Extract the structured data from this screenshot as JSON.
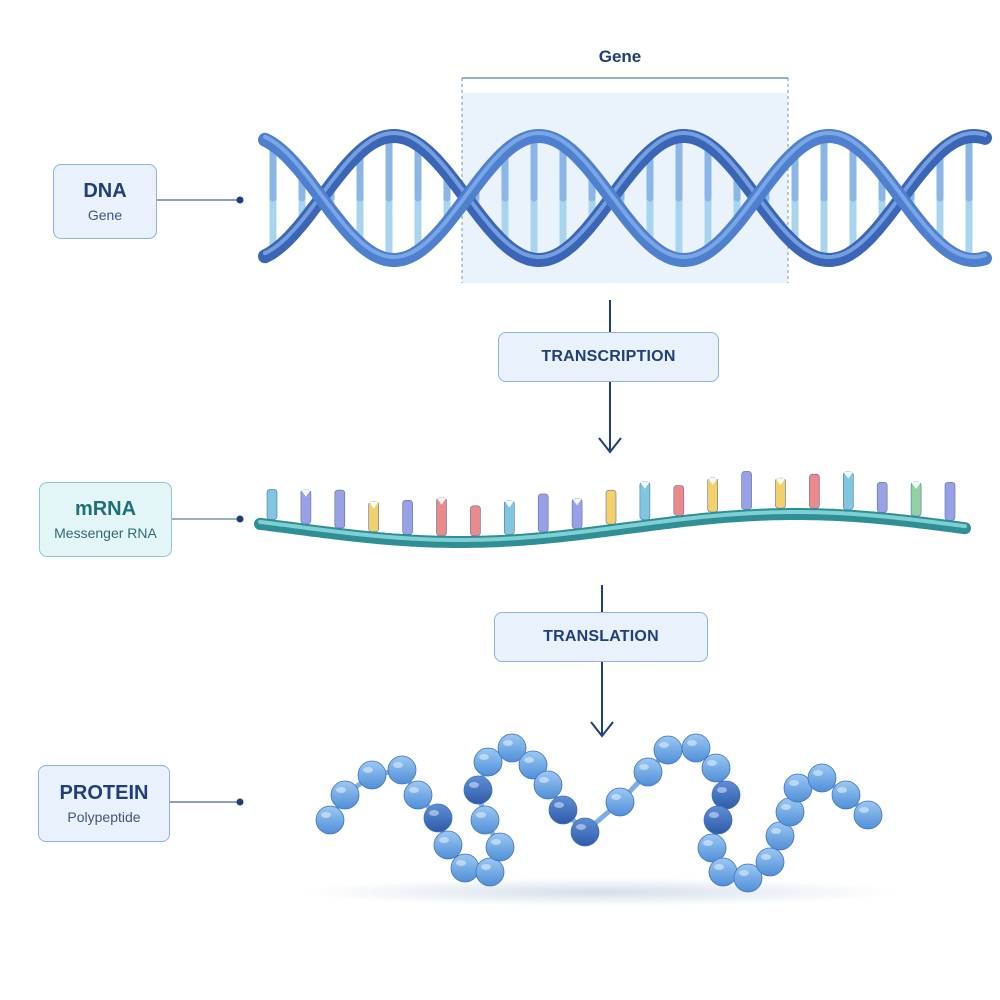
{
  "gene_bracket": {
    "label": "Gene"
  },
  "stages": {
    "dna": {
      "title": "DNA",
      "subtitle": "Gene"
    },
    "mrna": {
      "title": "mRNA",
      "subtitle": "Messenger RNA"
    },
    "protein": {
      "title": "PROTEIN",
      "subtitle": "Polypeptide"
    }
  },
  "processes": {
    "transcription": "TRANSCRIPTION",
    "translation": "TRANSLATION"
  },
  "colors": {
    "dna_strand": "#4f7fcf",
    "dna_strand_dark": "#3b66b8",
    "base_pair": "#a9d4ee",
    "mrna_backbone": "#3aa8ad",
    "protein_bead": "#69a8e4",
    "protein_bead_dark": "#3b6fc2",
    "arrow": "#1e3f7a"
  },
  "nucleotide_colors": [
    "#7fc6e0",
    "#9aa0e6",
    "#f2d16a",
    "#ec8a8a",
    "#8fd3a2"
  ]
}
